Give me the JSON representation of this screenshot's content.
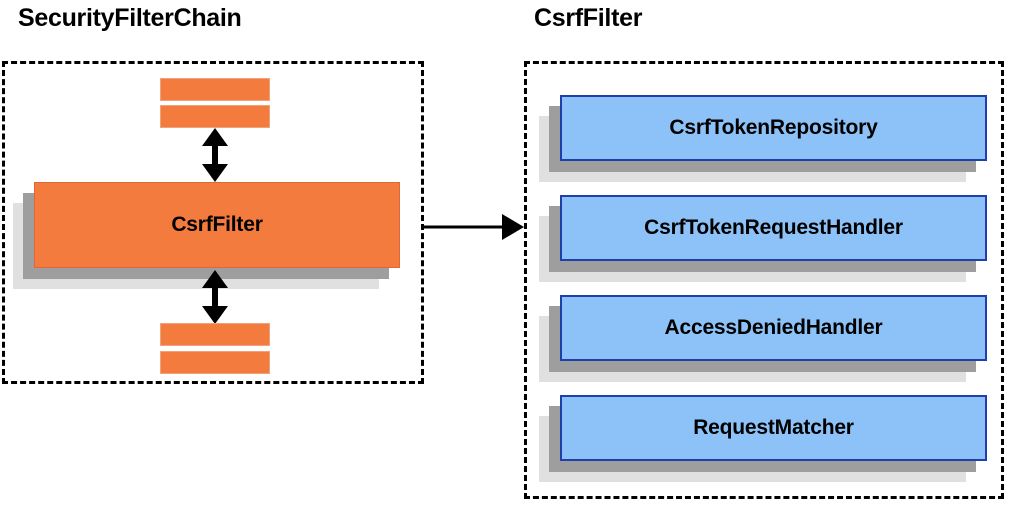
{
  "diagram": {
    "title_left": "SecurityFilterChain",
    "title_right": "CsrfFilter",
    "colors": {
      "orange_fill": "#f47b3e",
      "orange_border": "#e0673a",
      "blue_fill": "#8cc2f7",
      "blue_border": "#1f3faa",
      "shadow_dark": "#9e9e9e",
      "shadow_light": "#e0e0e0",
      "outline": "#000000",
      "background": "#ffffff"
    }
  },
  "left_panel": {
    "title": "SecurityFilterChain",
    "top_bars": [
      {
        "name": "filter-bar-top-1"
      },
      {
        "name": "filter-bar-top-2"
      }
    ],
    "main_node": {
      "label": "CsrfFilter"
    },
    "bottom_bars": [
      {
        "name": "filter-bar-bottom-1"
      },
      {
        "name": "filter-bar-bottom-2"
      }
    ],
    "arrows": [
      {
        "name": "arrow-up-down-top",
        "direction": "bidirectional-vertical"
      },
      {
        "name": "arrow-up-down-bottom",
        "direction": "bidirectional-vertical"
      }
    ]
  },
  "connector": {
    "name": "arrow-left-to-right",
    "direction": "right"
  },
  "right_panel": {
    "title": "CsrfFilter",
    "collaborators": [
      {
        "label": "CsrfTokenRepository"
      },
      {
        "label": "CsrfTokenRequestHandler"
      },
      {
        "label": "AccessDeniedHandler"
      },
      {
        "label": "RequestMatcher"
      }
    ]
  }
}
